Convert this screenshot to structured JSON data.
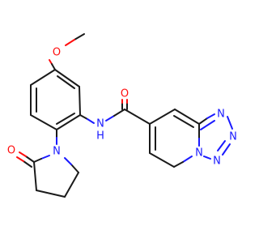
{
  "molecule": {
    "atoms": {
      "methoxy_o": {
        "label": "O",
        "color": "#ff0d0d"
      },
      "amide_n": {
        "label": "N",
        "color": "#1a1aff"
      },
      "amide_h": {
        "label": "H",
        "color": "#1a1aff"
      },
      "amide_o": {
        "label": "O",
        "color": "#ff0d0d"
      },
      "lactam_o": {
        "label": "O",
        "color": "#ff0d0d"
      },
      "pyrrolidinone_n": {
        "label": "N",
        "color": "#1a1aff"
      },
      "tetrazole_n1": {
        "label": "N",
        "color": "#1a1aff"
      },
      "tetrazole_n2": {
        "label": "N",
        "color": "#1a1aff"
      },
      "tetrazole_n3": {
        "label": "N",
        "color": "#1a1aff"
      },
      "bridge_n": {
        "label": "N",
        "color": "#1a1aff"
      }
    }
  }
}
